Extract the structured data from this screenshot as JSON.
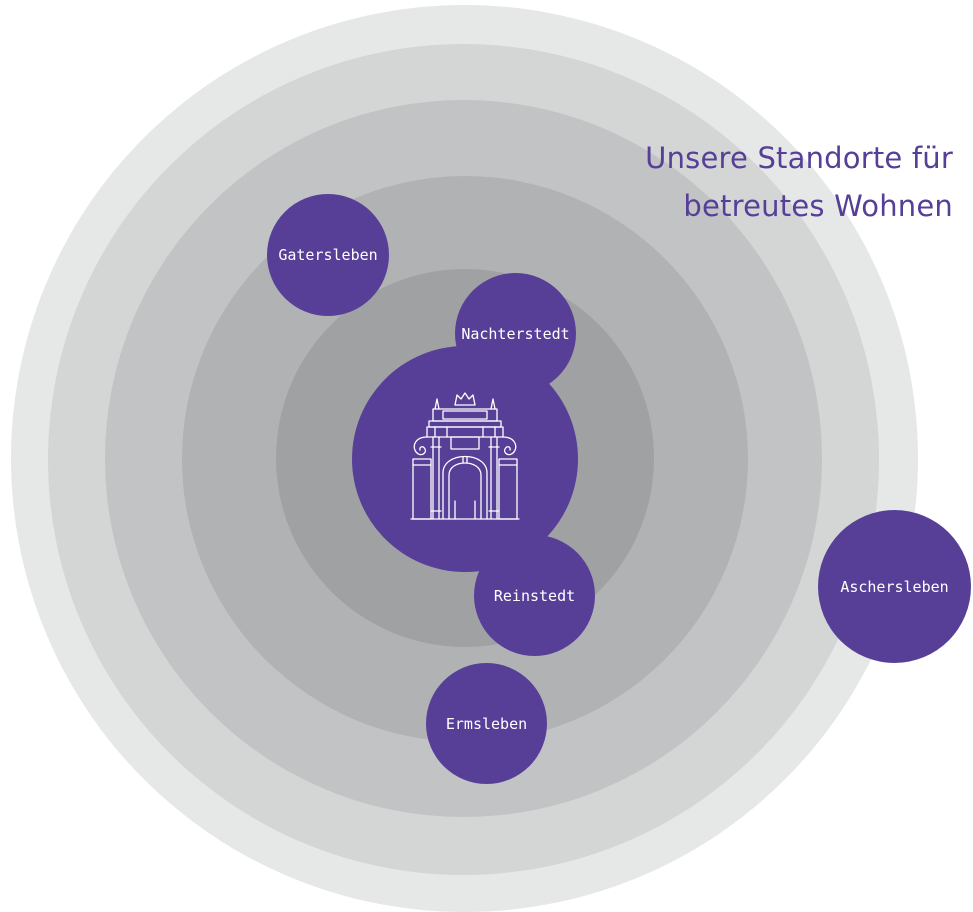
{
  "title": {
    "line1": "Unsere Standorte für",
    "line2": "betreutes Wohnen"
  },
  "colors": {
    "accent": "#573f98",
    "ring_outer": "#e6e7e7",
    "ring_inner": "#9fa1a3"
  },
  "center": {
    "icon": "city-gate-icon"
  },
  "locations": {
    "gatersleben": "Gatersleben",
    "nachterstedt": "Nachterstedt",
    "reinstedt": "Reinstedt",
    "ermsleben": "Ermsleben",
    "aschersleben": "Aschersleben"
  }
}
